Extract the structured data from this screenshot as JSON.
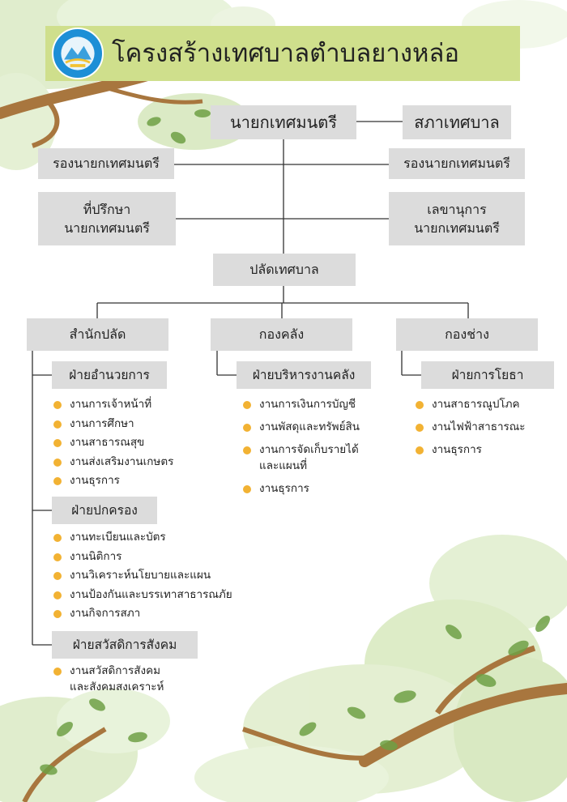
{
  "title": "โครงสร้างเทศบาลตำบลยางหล่อ",
  "mayor": "นายกเทศมนตรี",
  "council": "สภาเทศบาล",
  "deputy_left": "รองนายกเทศมนตรี",
  "deputy_right": "รองนายกเทศมนตรี",
  "advisor": [
    "ที่ปรึกษา",
    "นายกเทศมนตรี"
  ],
  "secretary": [
    "เลขานุการ",
    "นายกเทศมนตรี"
  ],
  "clerk": "ปลัดเทศบาล",
  "departments": [
    {
      "name": "สำนักปลัด",
      "divisions": [
        {
          "name": "ฝ่ายอำนวยการ",
          "tasks": [
            [
              "งานการเจ้าหน้าที่"
            ],
            [
              "งานการศึกษา"
            ],
            [
              "งานสาธารณสุข"
            ],
            [
              "งานส่งเสริมงานเกษตร"
            ],
            [
              "งานธุรการ"
            ]
          ]
        },
        {
          "name": "ฝ่ายปกครอง",
          "tasks": [
            [
              "งานทะเบียนและบัตร"
            ],
            [
              "งานนิติการ"
            ],
            [
              "งานวิเคราะห์นโยบายและแผน"
            ],
            [
              "งานป้องกันและบรรเทาสาธารณภัย"
            ],
            [
              "งานกิจการสภา"
            ]
          ]
        },
        {
          "name": "ฝ่ายสวัสดิการสังคม",
          "tasks": [
            [
              "งานสวัสดิการสังคม",
              "และสังคมสงเคราะห์"
            ]
          ]
        }
      ]
    },
    {
      "name": "กองคลัง",
      "divisions": [
        {
          "name": "ฝ่ายบริหารงานคลัง",
          "tasks": [
            [
              "งานการเงินการบัญชี"
            ],
            [
              "งานพัสดุและทรัพย์สิน"
            ],
            [
              "งานการจัดเก็บรายได้",
              "และแผนที่"
            ],
            [
              "งานธุรการ"
            ]
          ]
        }
      ]
    },
    {
      "name": "กองช่าง",
      "divisions": [
        {
          "name": "ฝ่ายการโยธา",
          "tasks": [
            [
              "งานสาธารณูปโภค"
            ],
            [
              "งานไฟฟ้าสาธารณะ"
            ],
            [
              "งานธุรการ"
            ]
          ]
        }
      ]
    }
  ],
  "colors": {
    "title_bar": "#cfdf8c",
    "box": "#dcdcdc",
    "bullet": "#f2b233",
    "line": "#333333",
    "logo": "#1d8fd6"
  },
  "icons": {
    "logo": "municipality-seal-icon",
    "bullet": "orange-dot-icon"
  }
}
